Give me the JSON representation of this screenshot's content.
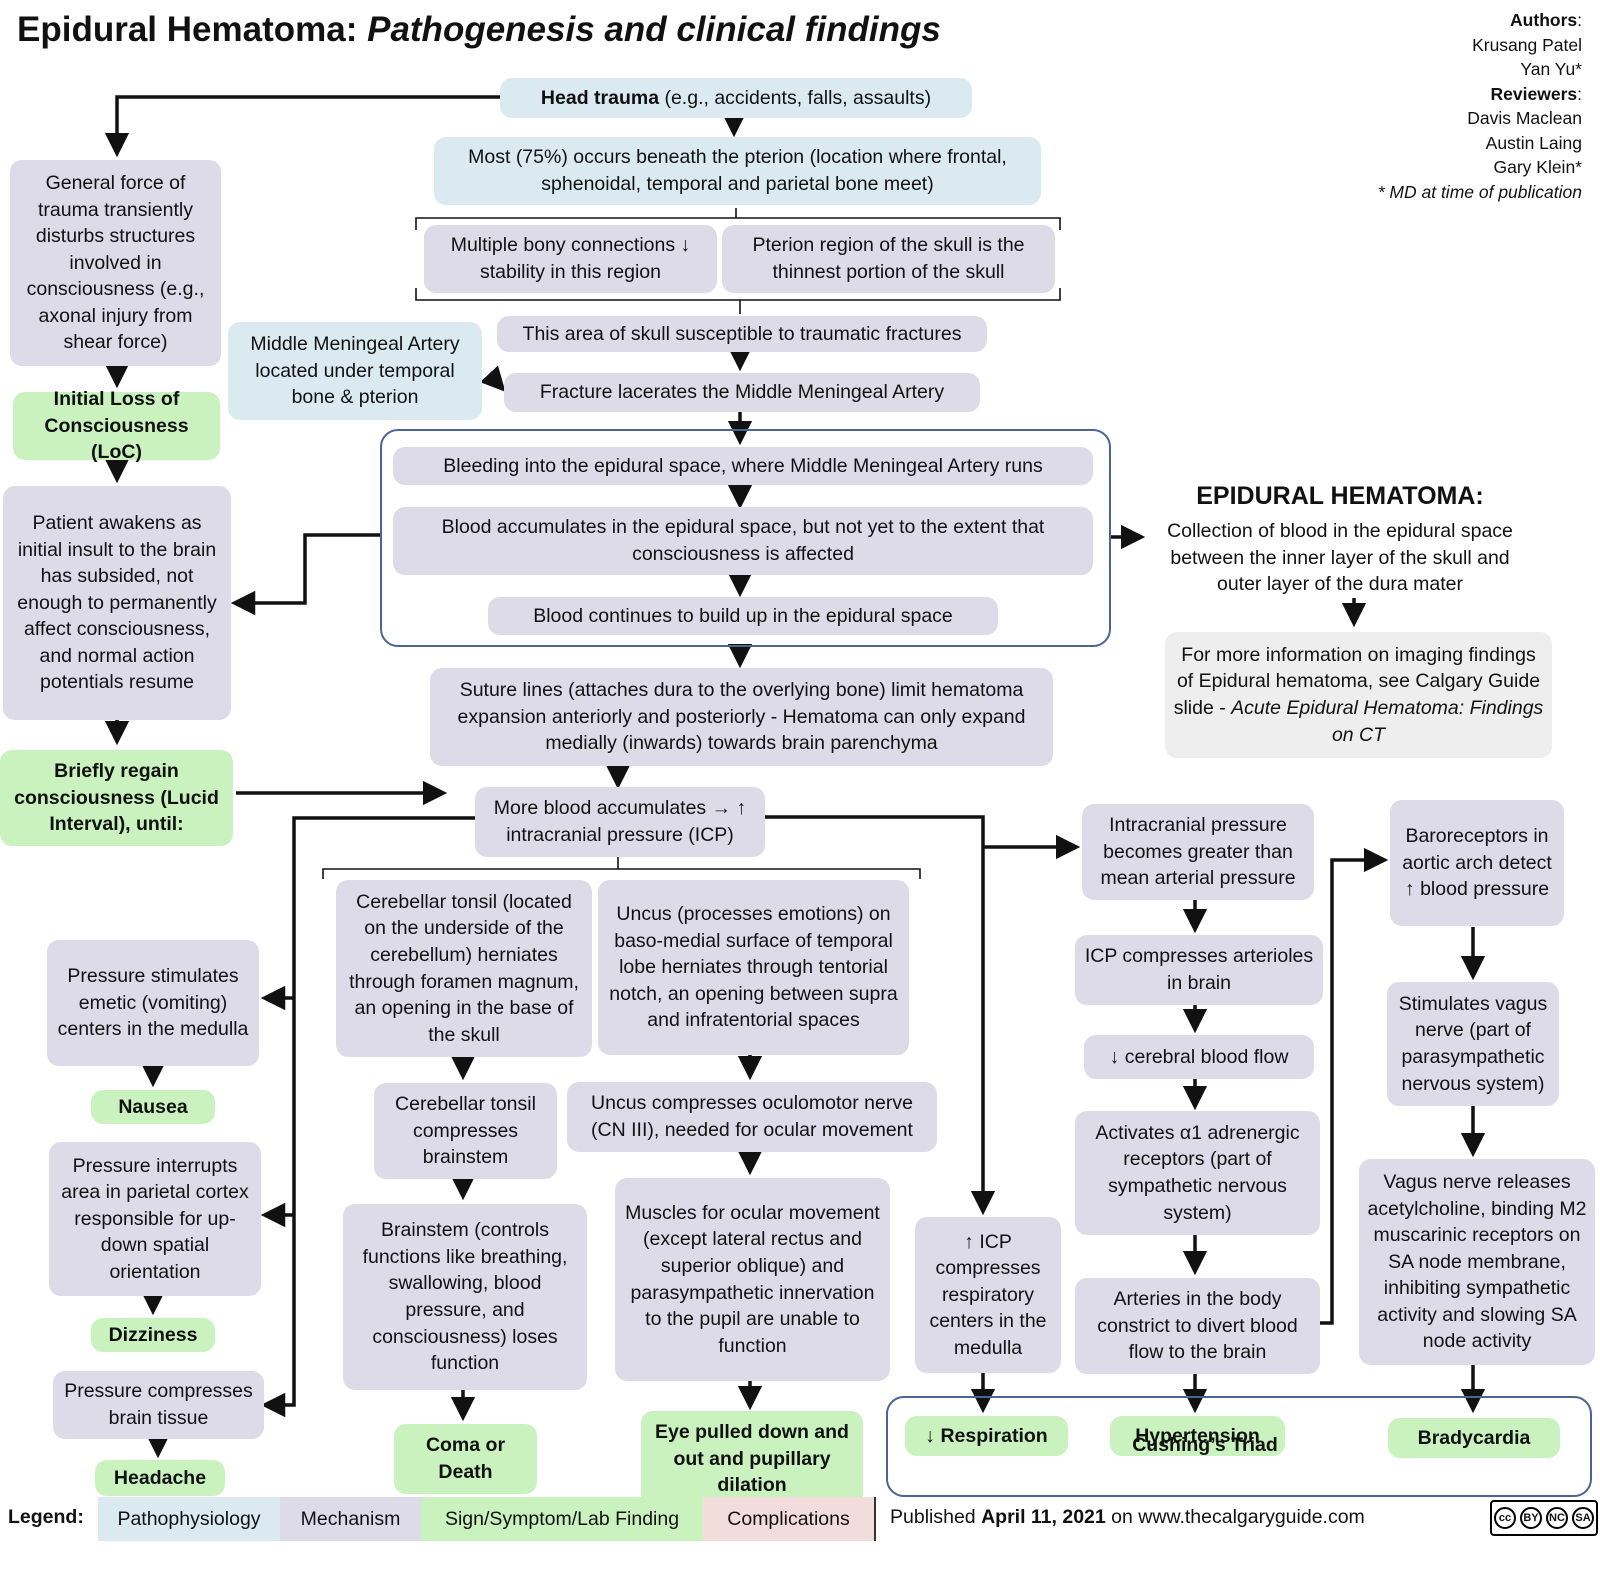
{
  "title": {
    "main": "Epidural Hematoma:",
    "sub": "Pathogenesis and clinical findings"
  },
  "credits": {
    "authors_label": "Authors",
    "authors": [
      "Krusang Patel",
      "Yan Yu*"
    ],
    "reviewers_label": "Reviewers",
    "reviewers": [
      "Davis Maclean",
      "Austin Laing",
      "Gary Klein*"
    ],
    "note": "* MD at time of publication"
  },
  "nodes": {
    "head_trauma_bold": "Head trauma",
    "head_trauma_rest": " (e.g., accidents, falls, assaults)",
    "pterion": "Most (75%) occurs beneath the pterion (location where frontal, sphenoidal, temporal and parietal bone meet)",
    "bony": "Multiple bony connections ↓ stability in this region",
    "thinnest": "Pterion region of the skull is the thinnest portion of the skull",
    "susceptible": "This area of skull susceptible to traumatic fractures",
    "mma_location": "Middle Meningeal Artery located under temporal bone & pterion",
    "fracture": "Fracture lacerates the Middle Meningeal Artery",
    "bleeding": "Bleeding into the epidural space, where Middle Meningeal Artery runs",
    "accumulates": "Blood accumulates in the epidural space, but not yet to the extent that consciousness is affected",
    "continues": "Blood continues to build up in the epidural space",
    "suture": "Suture lines (attaches dura to the overlying bone) limit hematoma expansion anteriorly and posteriorly - Hematoma can only expand medially (inwards) towards brain parenchyma",
    "more_blood": "More blood accumulates → ↑ intracranial pressure (ICP)",
    "general_force": "General force of trauma transiently disturbs structures involved in consciousness (e.g., axonal injury from shear force)",
    "initial_loc": "Initial Loss of Consciousness (LoC)",
    "awakens": "Patient awakens as initial insult to the brain has subsided, not enough to permanently affect consciousness, and normal action potentials resume",
    "lucid": "Briefly regain consciousness (Lucid Interval), until:",
    "emetic": "Pressure stimulates emetic (vomiting) centers in the medulla",
    "nausea": "Nausea",
    "parietal": "Pressure interrupts area in parietal cortex responsible for up-down spatial orientation",
    "dizziness": "Dizziness",
    "brain_tissue": "Pressure compresses brain tissue",
    "headache": "Headache",
    "tonsil": "Cerebellar tonsil (located on the underside of the cerebellum) herniates through foramen magnum, an opening in the base of the skull",
    "uncus": "Uncus (processes emotions) on baso-medial surface of temporal lobe herniates through tentorial notch, an opening between supra and infratentorial spaces",
    "tonsil_compress": "Cerebellar tonsil compresses brainstem",
    "brainstem": "Brainstem (controls functions like breathing, swallowing, blood pressure, and consciousness) loses function",
    "coma": "Coma or Death",
    "uncus_cn3": "Uncus compresses oculomotor nerve (CN III), needed for ocular movement",
    "muscles": "Muscles for ocular movement (except lateral rectus and superior oblique) and parasympathetic innervation to the pupil are unable to function",
    "eye": "Eye pulled down and out and pupillary dilation",
    "icp_resp": "↑ ICP compresses respiratory centers in the medulla",
    "respiration": "↓ Respiration",
    "icp_map": "Intracranial pressure becomes greater than mean arterial pressure",
    "arterioles": "ICP compresses arterioles in brain",
    "cbf": "↓ cerebral blood flow",
    "alpha1": "Activates α1 adrenergic receptors (part of sympathetic nervous system)",
    "arteries": "Arteries in the body constrict to divert blood flow to the brain",
    "hypertension": "Hypertension",
    "baro": "Baroreceptors in aortic arch detect ↑ blood pressure",
    "vagus": "Stimulates vagus nerve (part of parasympathetic nervous system)",
    "vagus_release": "Vagus nerve releases acetylcholine, binding M2 muscarinic receptors on SA node membrane, inhibiting sympathetic activity and slowing SA node activity",
    "bradycardia": "Bradycardia",
    "cushing": "Cushing’s Triad"
  },
  "definition": {
    "title": "EPIDURAL HEMATOMA:",
    "text": "Collection of blood in the epidural space between the inner layer of the skull and outer layer of the dura mater",
    "more_info_plain": "For more information on imaging findings of Epidural hematoma, see Calgary Guide slide - ",
    "more_info_italic": "Acute Epidural Hematoma: Findings on CT"
  },
  "legend": {
    "label": "Legend:",
    "items": [
      "Pathophysiology",
      "Mechanism",
      "Sign/Symptom/Lab Finding",
      "Complications"
    ],
    "published_prefix": "Published ",
    "published_date": "April 11, 2021",
    "published_suffix": " on www.thecalgaryguide.com",
    "license": [
      "cc",
      "BY",
      "NC",
      "SA"
    ]
  },
  "colors": {
    "pathophysiology": "#dbe9f0",
    "mechanism": "#dedbe9",
    "sign": "#c9f2bf",
    "complications": "#f2dcdc",
    "frame": "#4a6496"
  }
}
